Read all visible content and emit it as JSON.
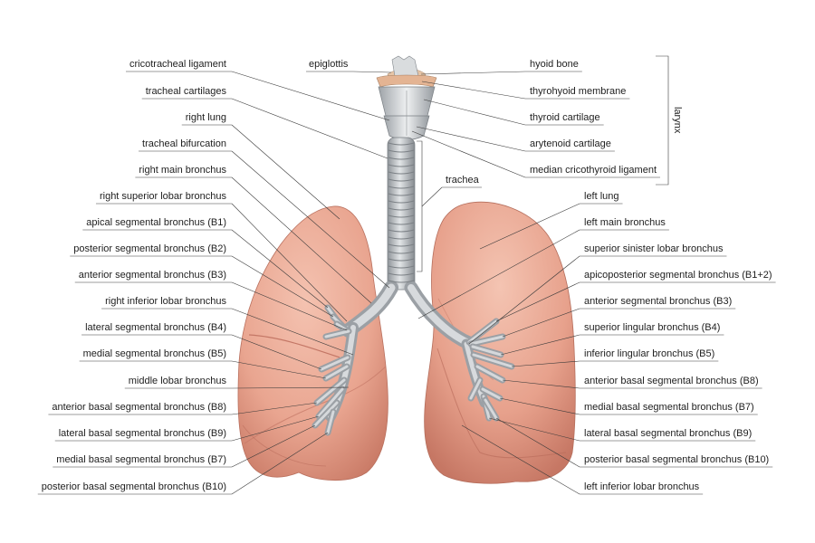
{
  "colors": {
    "lung_fill": "#e9a590",
    "lung_shadow": "#c9786a",
    "trachea": "#bfc3c6",
    "cartilage": "#d9dcdf",
    "bronchus": "#a9aeb3",
    "label_text": "#1e1e1e",
    "leader": "#3a3a3a"
  },
  "labels": {
    "left_column": [
      "cricotracheal ligament",
      "tracheal cartilages",
      "right lung",
      "tracheal bifurcation",
      "right main bronchus",
      "right superior lobar bronchus",
      "apical segmental bronchus (B1)",
      "posterior segmental bronchus (B2)",
      "anterior segmental bronchus (B3)",
      "right inferior lobar bronchus",
      "lateral segmental bronchus (B4)",
      "medial segmental bronchus (B5)",
      "middle lobar bronchus",
      "anterior basal segmental bronchus (B8)",
      "lateral basal segmental bronchus (B9)",
      "medial basal segmental bronchus (B7)",
      "posterior basal segmental bronchus (B10)"
    ],
    "epiglottis": "epiglottis",
    "trachea": "trachea",
    "right_column": [
      "hyoid bone",
      "thyrohyoid membrane",
      "thyroid cartilage",
      "arytenoid cartilage",
      "median cricothyroid ligament",
      "left lung",
      "left main bronchus",
      "superior sinister lobar bronchus",
      "apicoposterior segmental bronchus (B1+2)",
      "anterior segmental bronchus (B3)",
      "superior lingular bronchus (B4)",
      "inferior lingular bronchus (B5)",
      "anterior basal segmental bronchus (B8)",
      "medial basal segmental bronchus (B7)",
      "lateral basal segmental bronchus (B9)",
      "posterior basal segmental bronchus (B10)",
      "left inferior lobar bronchus"
    ],
    "larynx": "larynx"
  }
}
